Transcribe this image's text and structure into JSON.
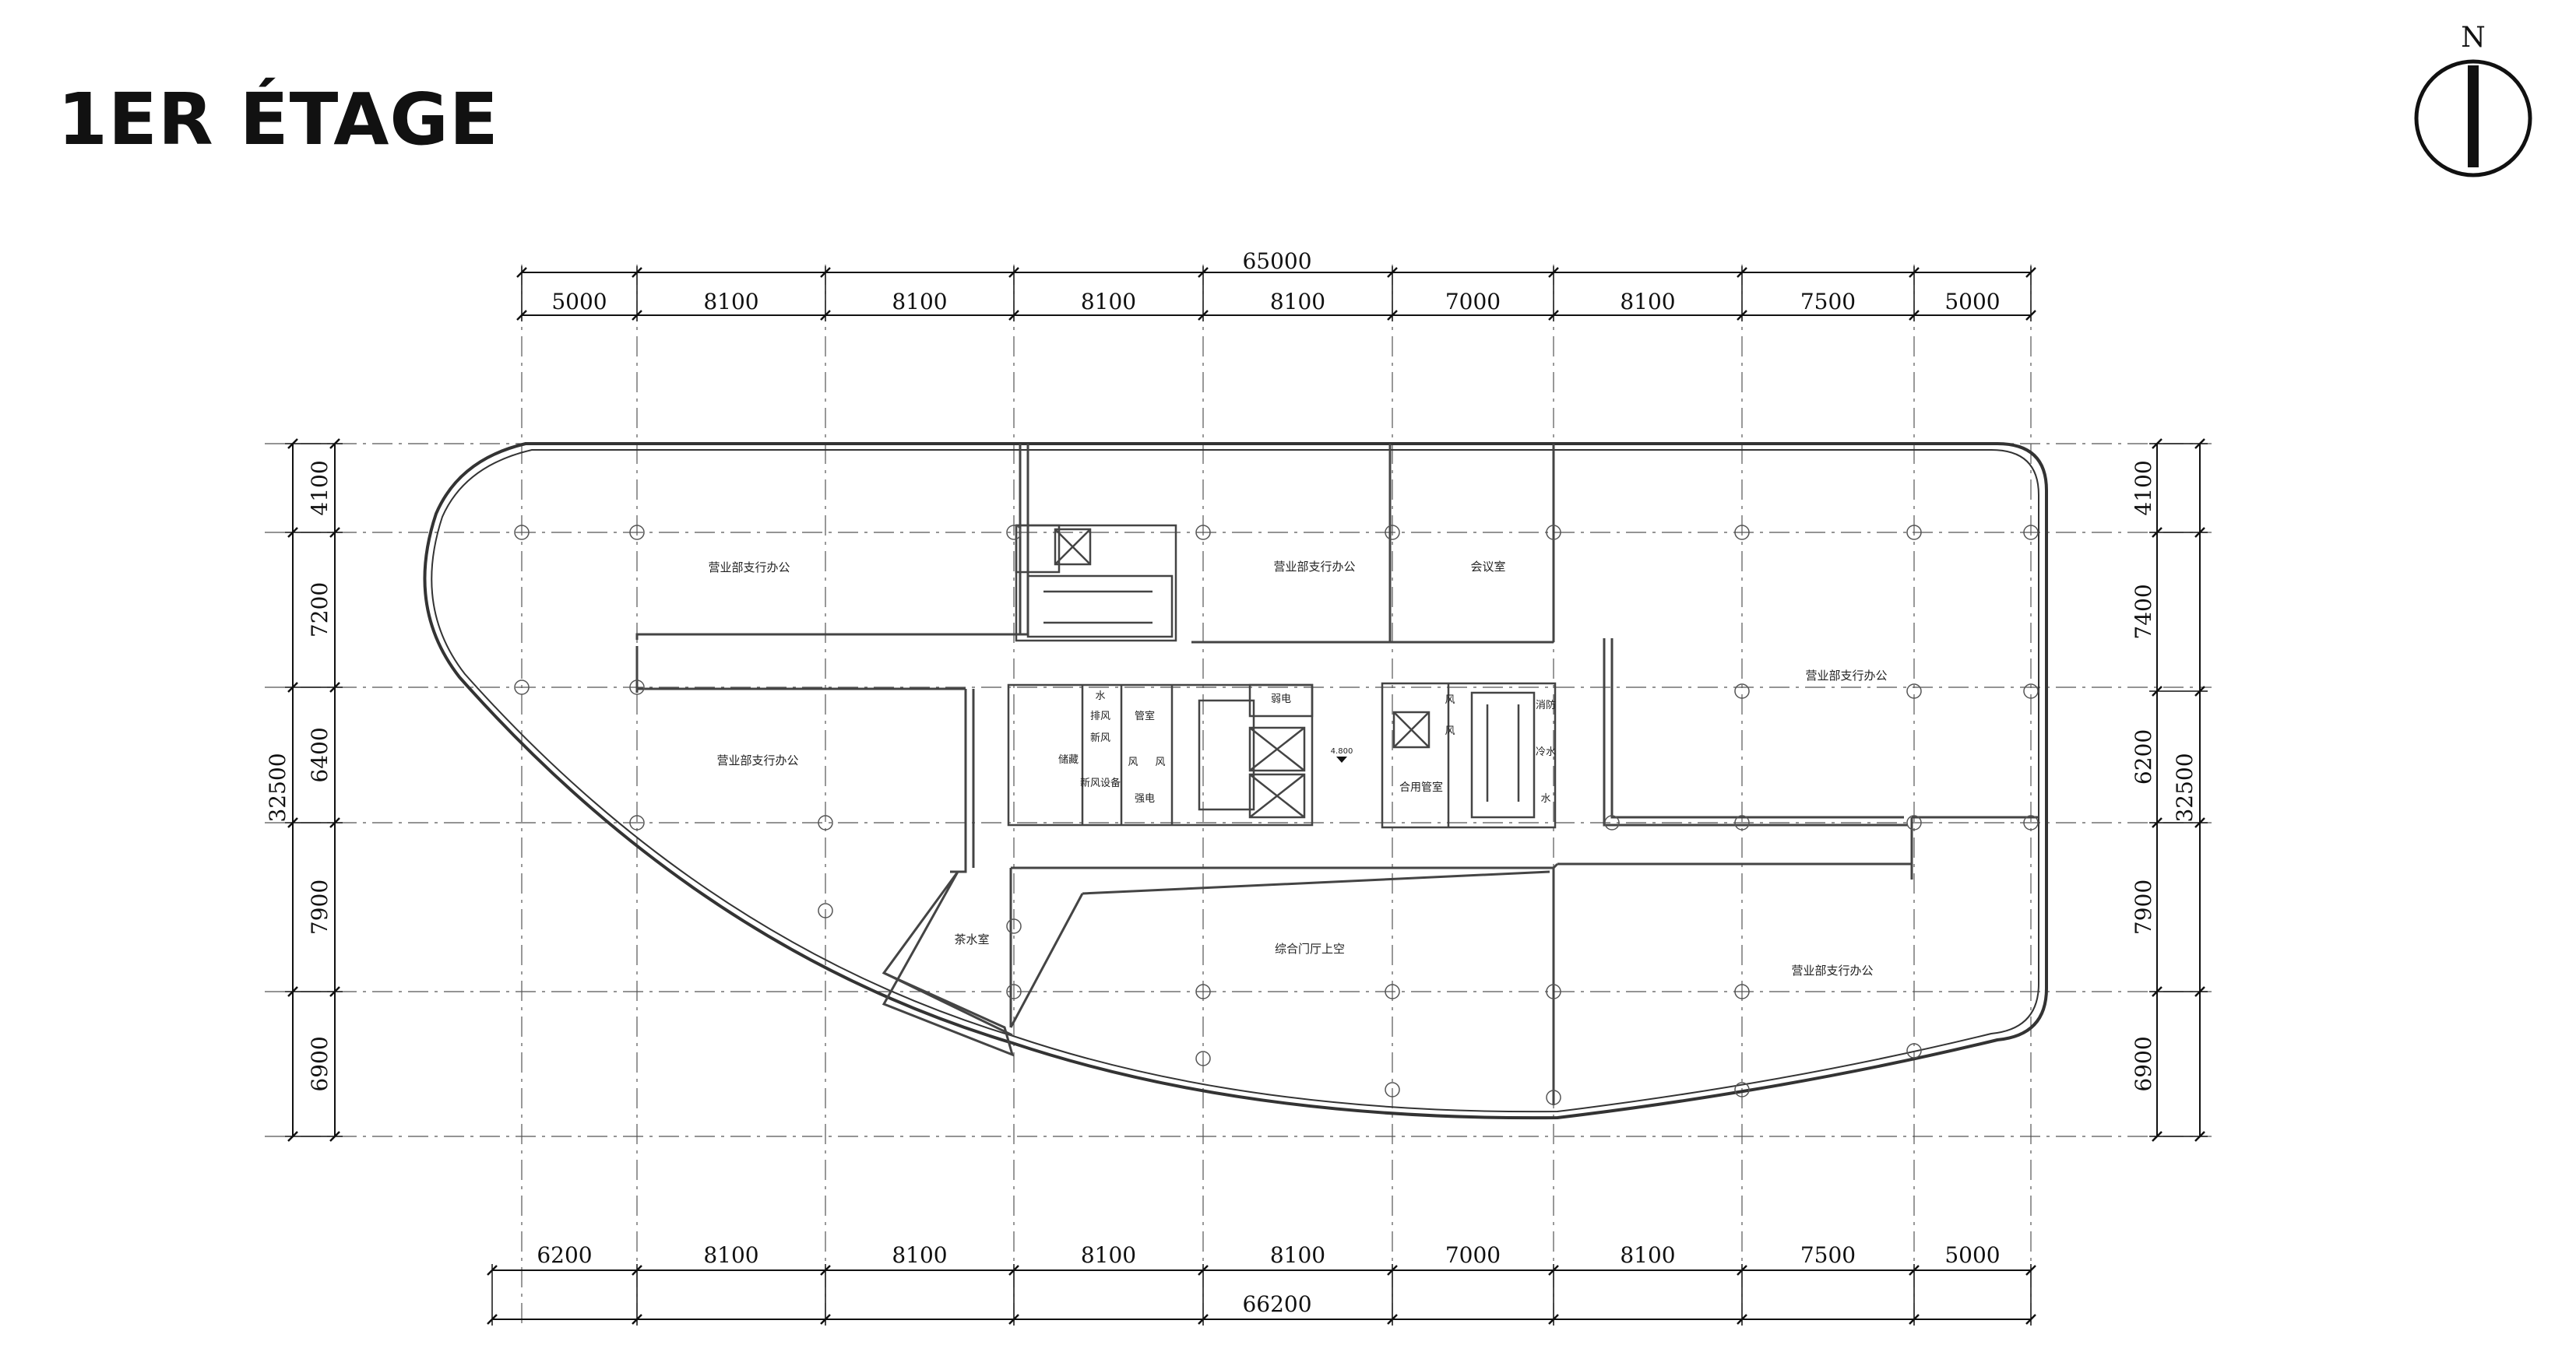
{
  "title": "1ER ÉTAGE",
  "north_label": "N",
  "top_total": "65000",
  "top_spans": [
    "5000",
    "8100",
    "8100",
    "8100",
    "8100",
    "7000",
    "8100",
    "7500",
    "5000"
  ],
  "bottom_total": "66200",
  "bottom_spans": [
    "6200",
    "8100",
    "8100",
    "8100",
    "8100",
    "7000",
    "8100",
    "7500",
    "5000"
  ],
  "left_total": "32500",
  "left_spans": [
    "4100",
    "7200",
    "6400",
    "7900",
    "6900"
  ],
  "right_total": "32500",
  "right_spans": [
    "4100",
    "7400",
    "6200",
    "7900",
    "6900"
  ],
  "rooms": {
    "office_nw": "营业部支行办公",
    "office_n": "营业部支行办公",
    "meeting": "会议室",
    "office_w": "营业部支行办公",
    "office_e": "营业部支行办公",
    "office_se": "营业部支行办公",
    "tea_room": "茶水室",
    "atrium_void": "综合门厅上空",
    "shared_shaft": "合用管室"
  },
  "core_labels": {
    "water_a": "水",
    "exhaust": "排风",
    "fresh_air_a": "新风",
    "shaft": "管室",
    "weak_elec": "弱电",
    "wind_a": "风",
    "wind_b": "风",
    "wind_c": "风",
    "fresh_air_equip": "新风设备",
    "strong_elec": "强电",
    "storage": "储藏",
    "wind_d": "风",
    "fire": "消防",
    "cold_water": "冷水",
    "water_b": "水",
    "level_mark": "4.800"
  }
}
